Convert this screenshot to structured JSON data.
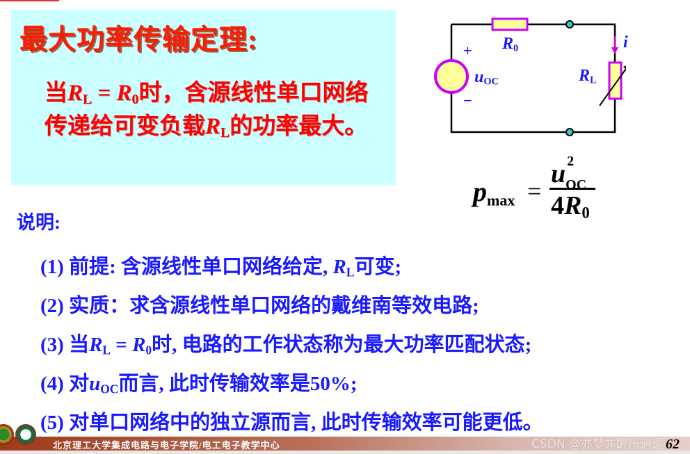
{
  "theorem": {
    "title": "最大功率传输定理:",
    "body": {
      "p1": "当",
      "RL": "R",
      "RL_sub": "L",
      "eq": " = ",
      "R0": "R",
      "R0_sub": "0",
      "p2": "时，含源线性单口网络传递给可变负载",
      "RL2": "R",
      "RL2_sub": "L",
      "p3": "的功率最大。"
    }
  },
  "circuit": {
    "source_label": "u",
    "source_sub": "OC",
    "plus": "+",
    "minus": "−",
    "r0_label": "R",
    "r0_sub": "0",
    "rl_label": "R",
    "rl_sub": "L",
    "current_label": "i",
    "colors": {
      "wire": "#000000",
      "element_border": "#cc00ff",
      "element_fill": "#ffff99",
      "terminal": "#33cccc",
      "label": "#1a1aff",
      "arrow": "#cc00cc"
    }
  },
  "formula": {
    "lhs": "p",
    "lhs_sub": "max",
    "eq": "=",
    "num": "u",
    "num_sup": "2",
    "num_sub": "OC",
    "den_coef": "4",
    "den": "R",
    "den_sub": "0"
  },
  "notes": {
    "title": "说明:",
    "items": [
      {
        "a": "(1) 前提: 含源线性单口网络给定, ",
        "v": "R",
        "vs": "L",
        "b": "可变;"
      },
      {
        "a": "(2) 实质：求含源线性单口网络的戴维南等效电路;"
      },
      {
        "a": "(3) 当",
        "v": "R",
        "vs": "L",
        "m": " = ",
        "v2": "R",
        "vs2": "0",
        "b": "时, 电路的工作状态称为最大功率匹配状态;"
      },
      {
        "a": "(4) 对",
        "v": "u",
        "vs": "OC",
        "b": "而言, 此时传输效率是50%;"
      },
      {
        "a": "(5) 对单口网络中的独立源而言, 此时传输效率可能更低。"
      }
    ]
  },
  "footer": {
    "institution": "北京理工大学集成电路与电子学院/电工电子教学中心",
    "watermark": "CSDN @亦梦亦醒乐逍遥",
    "page_number": "62"
  },
  "colors": {
    "title_red": "#ff1a00",
    "body_blue": "#1a1aff",
    "box_bg": "#ccffff"
  }
}
